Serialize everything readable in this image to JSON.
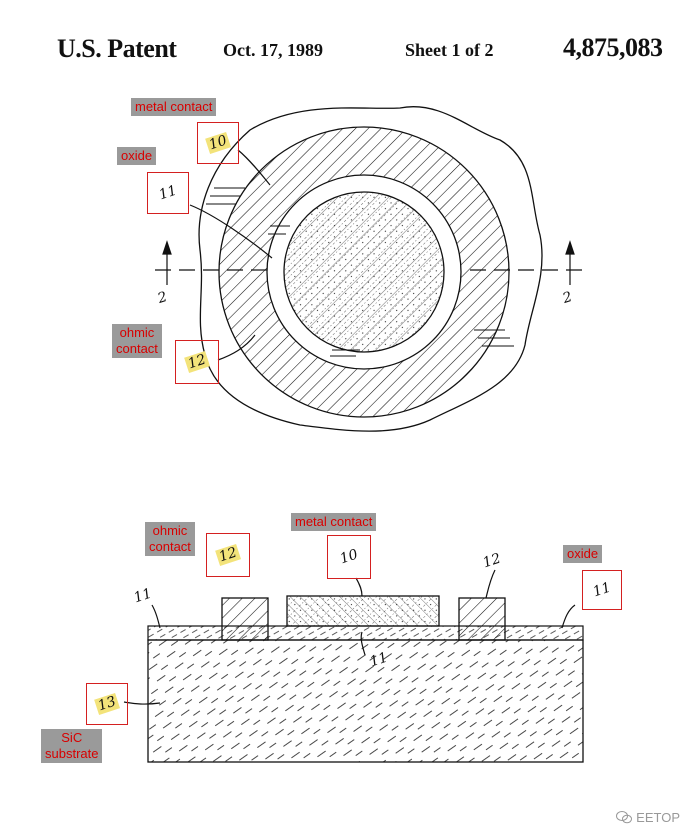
{
  "header": {
    "title": "U.S. Patent",
    "date": "Oct. 17, 1989",
    "sheet": "Sheet 1 of 2",
    "number": "4,875,083"
  },
  "labels": {
    "top_metal_contact": "metal contact",
    "top_oxide": "oxide",
    "top_ohmic_1": "ohmic",
    "top_ohmic_2": "contact",
    "bot_ohmic_1": "ohmic",
    "bot_ohmic_2": "contact",
    "bot_metal_contact": "metal contact",
    "bot_oxide": "oxide",
    "bot_sic_1": "SiC",
    "bot_sic_2": "substrate"
  },
  "ref_numbers": {
    "metal_contact": "10",
    "oxide": "11",
    "ohmic_contact": "12",
    "substrate": "13",
    "section_mark": "2"
  },
  "watermark": "EETOP",
  "colors": {
    "label_bg": "#9a9a9a",
    "label_text": "#d80000",
    "box_border": "#d42020",
    "highlight": "#f3e37a",
    "line": "#111111"
  }
}
